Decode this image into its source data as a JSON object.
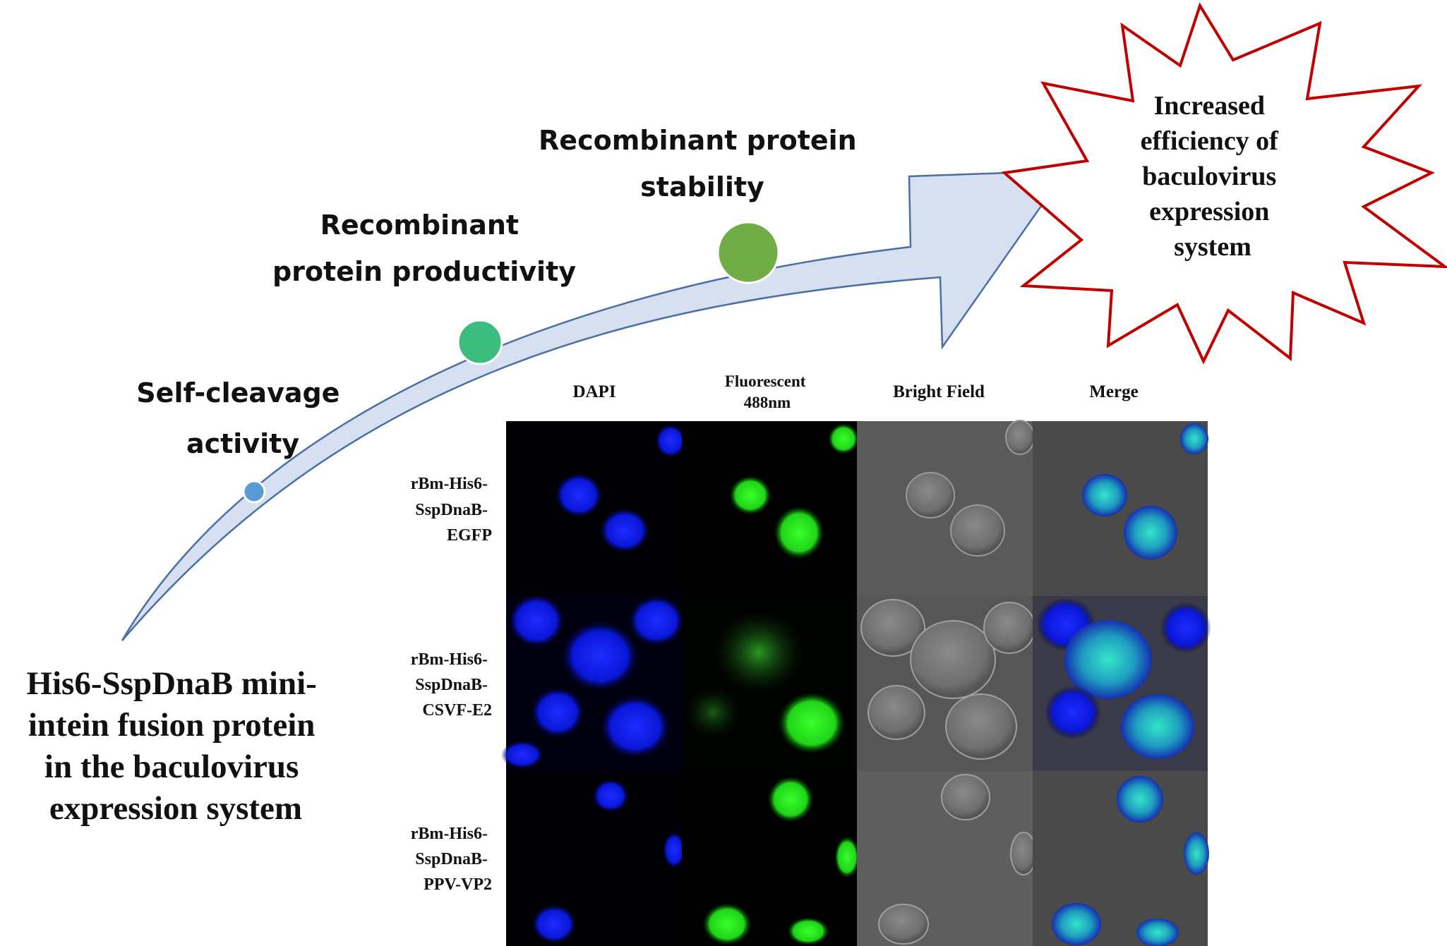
{
  "source_label": {
    "lines": [
      "His6-SspDnaB mini-",
      "intein fusion protein",
      "in the baculovirus",
      "expression system"
    ]
  },
  "milestones": [
    {
      "lines": [
        "Self-cleavage",
        "activity"
      ],
      "color": "#5b9bd5"
    },
    {
      "lines": [
        "Recombinant",
        "protein productivity"
      ],
      "color": "#3cbd7f"
    },
    {
      "lines": [
        "Recombinant protein",
        "stability"
      ],
      "color": "#70ad47"
    }
  ],
  "result_label": {
    "lines": [
      "Increased",
      "efficiency of",
      "baculovirus",
      "expression",
      "system"
    ]
  },
  "colors": {
    "arrow_fill": "#d6e0f0",
    "arrow_stroke": "#4a6fa5",
    "burst_stroke": "#c00000"
  },
  "microscopy": {
    "columns": [
      {
        "lines": [
          "DAPI"
        ]
      },
      {
        "lines": [
          "Fluorescent",
          "488nm"
        ]
      },
      {
        "lines": [
          "Bright Field"
        ]
      },
      {
        "lines": [
          "Merge"
        ]
      }
    ],
    "rows": [
      {
        "lines": [
          "rBm-His6-",
          "SspDnaB-",
          "EGFP"
        ]
      },
      {
        "lines": [
          "rBm-His6-",
          "SspDnaB-",
          "CSVF-E2"
        ]
      },
      {
        "lines": [
          "rBm-His6-",
          "SspDnaB-",
          "PPV-VP2"
        ]
      }
    ]
  }
}
